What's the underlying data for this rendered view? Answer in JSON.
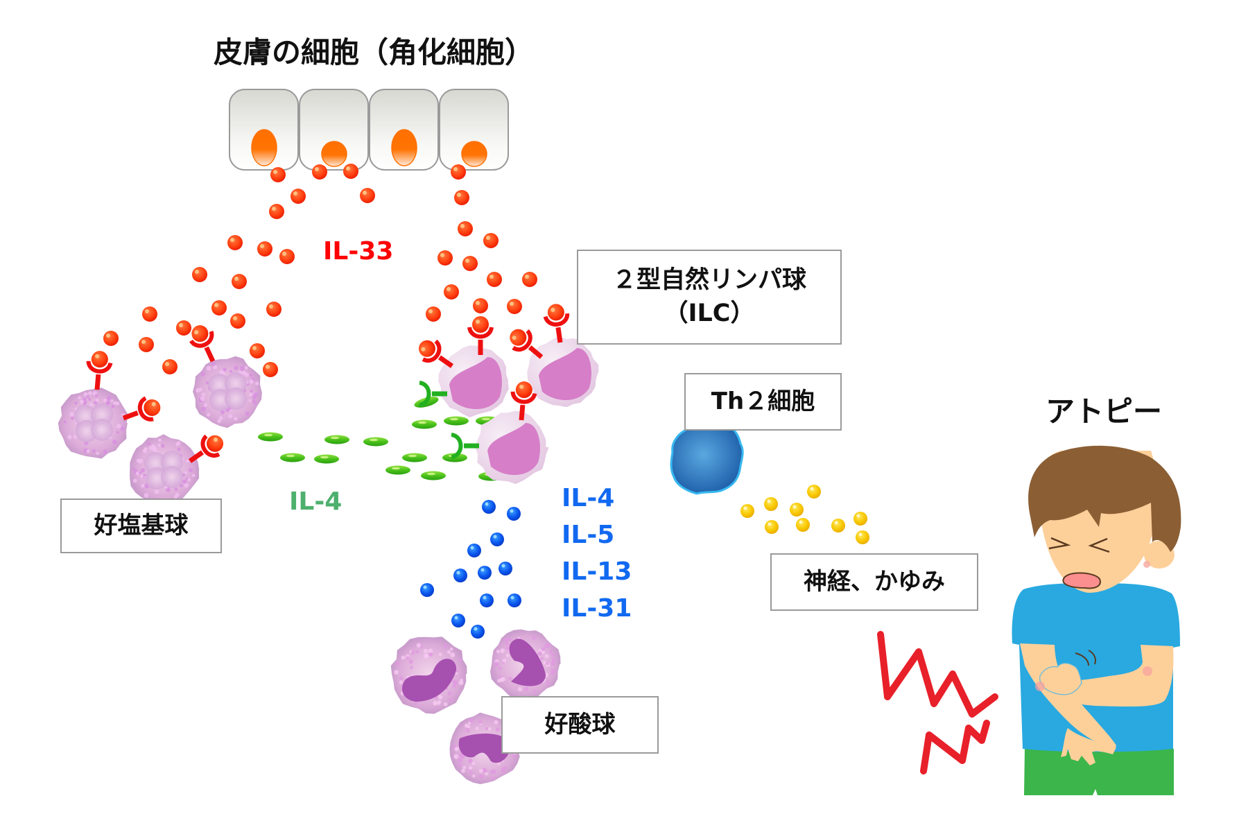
{
  "title": "皮膚の細胞（角化細胞）",
  "labels": {
    "ilc": [
      "２型自然リンパ球",
      "（ILC）"
    ],
    "th2": "Th２細胞",
    "basophil": "好塩基球",
    "eosinophil": "好酸球",
    "nerve": "神経、かゆみ",
    "atopy": "アトピー"
  },
  "cytokines": {
    "il33": "IL-33",
    "il4_green": "IL-4",
    "blue_list": [
      "IL-4",
      "IL-5",
      "IL-13",
      "IL-31"
    ]
  },
  "colors": {
    "il33": "#ff0000",
    "il4_green": "#4db06d",
    "blue_cytokines": "#1169f0",
    "red_particle": "#ff4a10",
    "green_particle": "#47c020",
    "blue_particle": "#0a50e8",
    "yellow_particle": "#f7c600",
    "receptor_red": "#ee1010",
    "receptor_green": "#22b020",
    "nucleus_orange": "#ff7000",
    "lightning": "#e8202a",
    "hair": "#8b5e34",
    "skin": "#fdd09a",
    "shirt": "#29a9e0",
    "shorts": "#3cb54a"
  },
  "components": {
    "keratinocytes": 4,
    "basophils": 3,
    "ilc_cells": 3,
    "eosinophils": 3,
    "th2_cells": 1
  }
}
